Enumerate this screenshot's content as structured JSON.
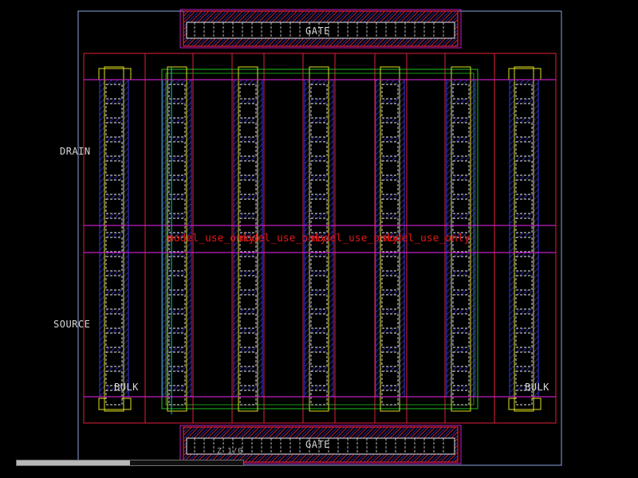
{
  "labels": {
    "gate_top": "GATE",
    "gate_bottom": "GATE",
    "drain": "DRAIN",
    "source": "SOURCE",
    "bulk_left": "BULK",
    "bulk_right": "BULK",
    "watermark": "model_use_only",
    "small_label": "Z 1/0"
  },
  "scroll": {
    "position": 0.5
  },
  "colors": {
    "boundary": "#8aa6e0",
    "poly": "#e0203a",
    "metal": "#3838e0",
    "diffusion": "#20c020",
    "contact": "#e8e8e8",
    "magenta": "#c020c0",
    "implant": "#e0e020",
    "cyan": "#20c0c0",
    "text": "#d8d8d8",
    "watermark": "#e01818"
  }
}
